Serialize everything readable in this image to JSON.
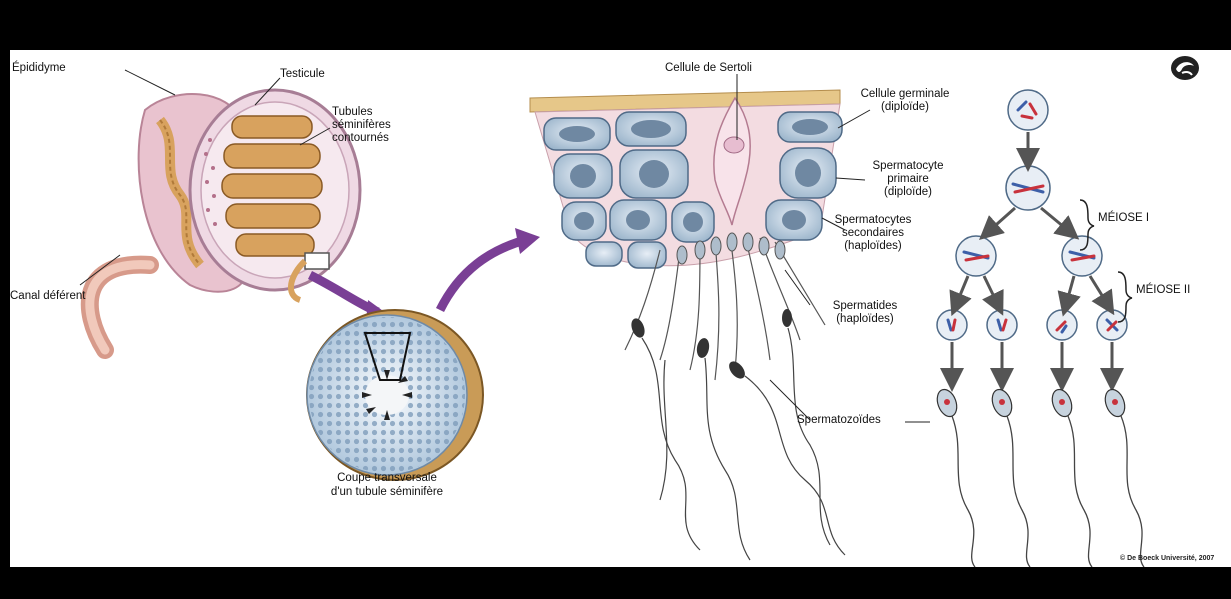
{
  "labels": {
    "epididyme": "Épididyme",
    "testicule": "Testicule",
    "tubules_1": "Tubules",
    "tubules_2": "séminifères",
    "tubules_3": "contournés",
    "canal": "Canal déférent",
    "coupe_1": "Coupe transversale",
    "coupe_2": "d'un tubule séminifère",
    "sertoli": "Cellule de Sertoli",
    "germinale_1": "Cellule germinale",
    "germinale_2": "(diploïde)",
    "spermatocyte_1": "Spermatocyte",
    "spermatocyte_2": "primaire",
    "spermatocyte_3": "(diploïde)",
    "secondaires_1": "Spermatocytes",
    "secondaires_2": "secondaires",
    "secondaires_3": "(haploïdes)",
    "spermatides_1": "Spermatides",
    "spermatides_2": "(haploïdes)",
    "meiose1": "MÉIOSE I",
    "meiose2": "MÉIOSE II",
    "spermatozoides": "Spermatozoïdes",
    "copyright": "© De Boeck Université, 2007"
  },
  "colors": {
    "background": "#ffffff",
    "frame": "#000000",
    "tubule_tan": "#d8a25e",
    "epididymis_pink": "#e9c3cf",
    "cell_blue": "#9db6cc",
    "arrow_purple": "#7a3f95",
    "chromosome_red": "#c8323c",
    "chromosome_blue": "#3d5fa8"
  }
}
